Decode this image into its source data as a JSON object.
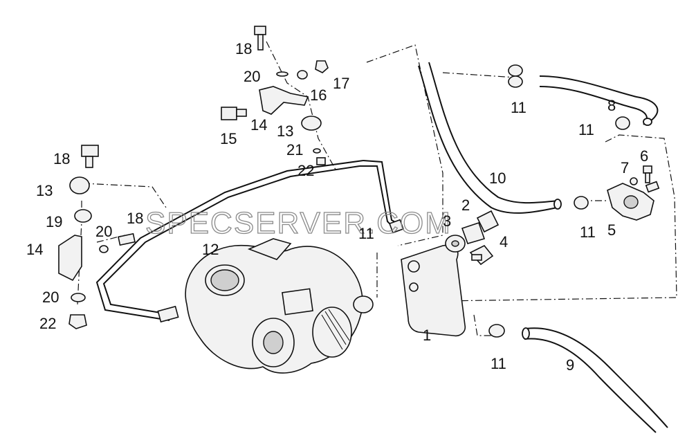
{
  "diagram": {
    "watermark": "SPECSERVER.COM",
    "callouts": [
      "1",
      "2",
      "3",
      "4",
      "5",
      "6",
      "7",
      "8",
      "9",
      "10",
      "11",
      "11",
      "11",
      "11",
      "11",
      "12",
      "13",
      "13",
      "14",
      "14",
      "15",
      "16",
      "17",
      "18",
      "18",
      "18",
      "19",
      "20",
      "20",
      "20",
      "21",
      "22",
      "22"
    ]
  }
}
